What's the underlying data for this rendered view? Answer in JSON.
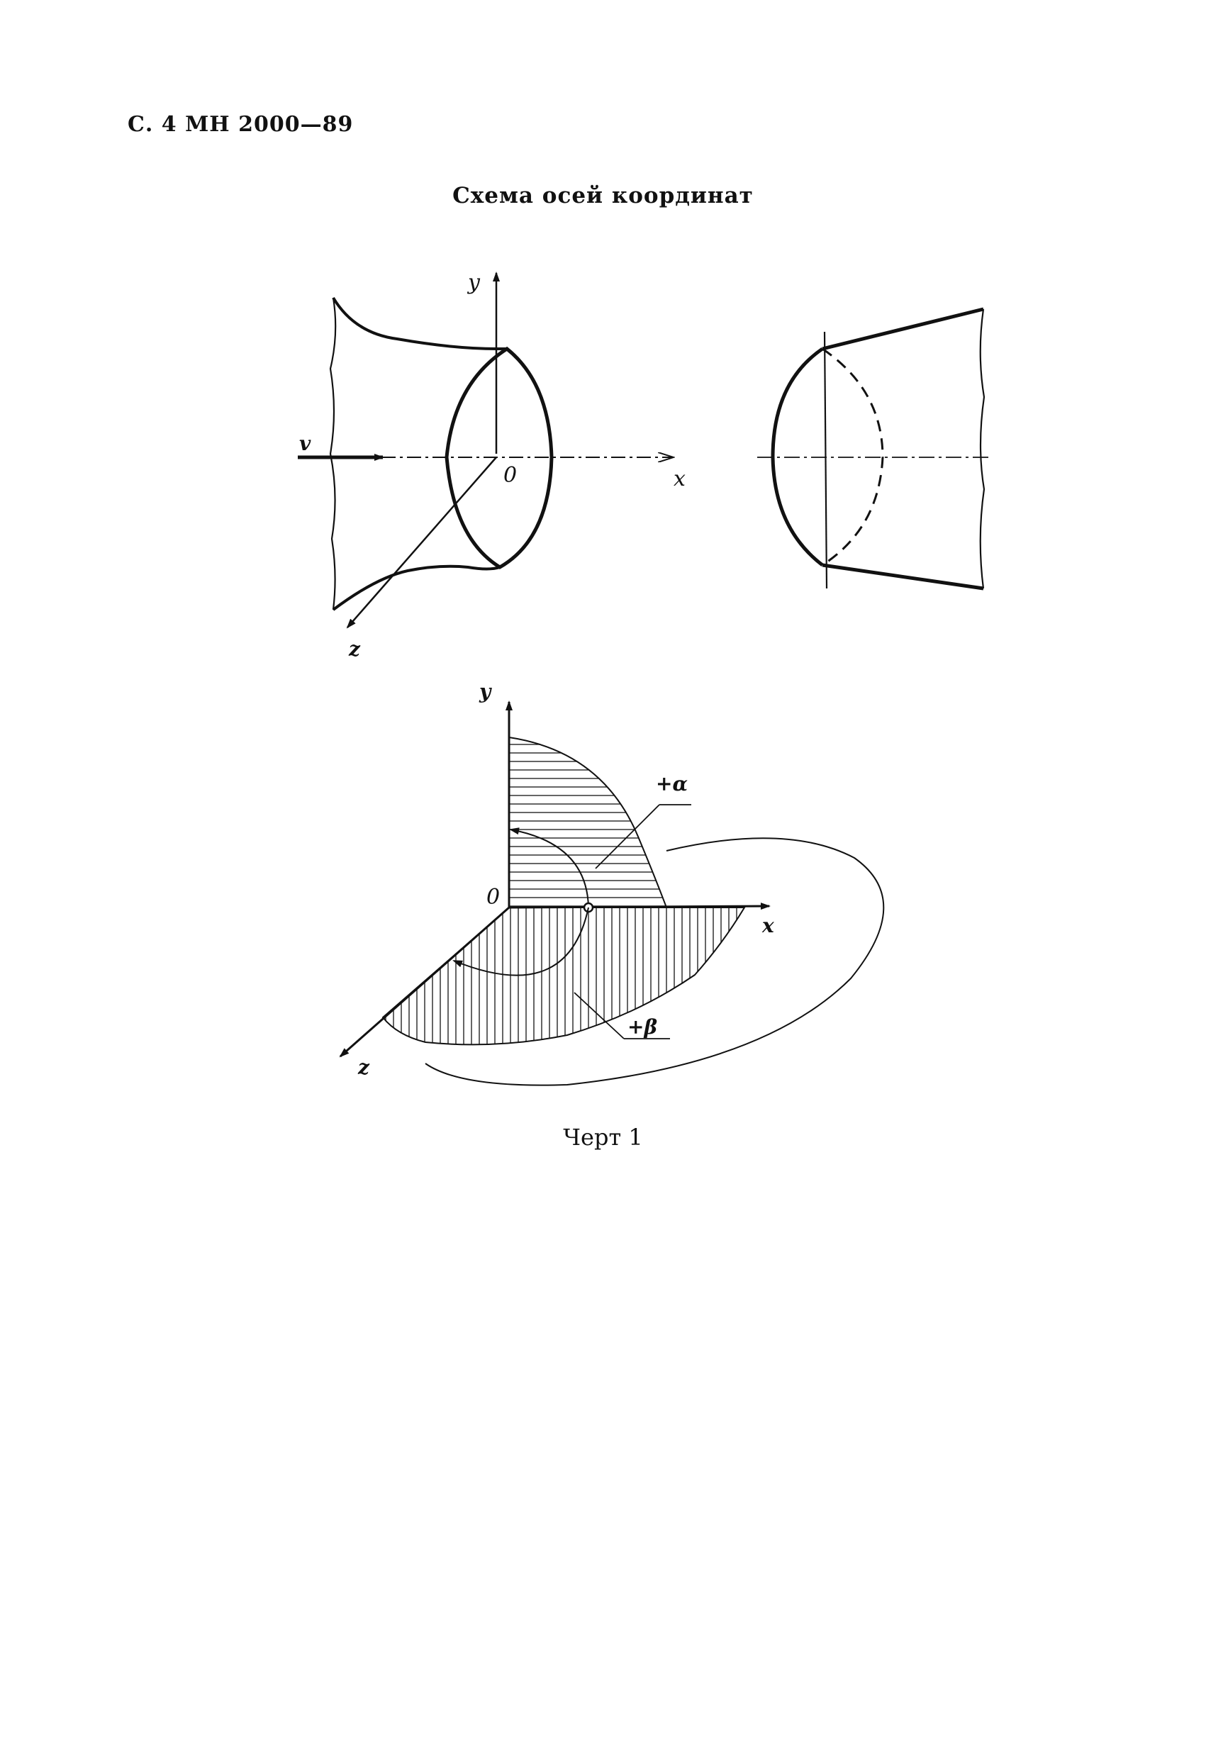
{
  "header": {
    "page_ref": "С. 4 МН 2000—89"
  },
  "figure": {
    "title": "Схема осей координат",
    "caption": "Черт  1"
  },
  "diagram_top": {
    "labels": {
      "y": "y",
      "x": "x",
      "z": "z",
      "origin": "0",
      "v": "v"
    }
  },
  "diagram_bottom": {
    "labels": {
      "y": "y",
      "x": "x",
      "z": "z",
      "origin": "0",
      "alpha": "+α",
      "beta": "+β"
    }
  }
}
